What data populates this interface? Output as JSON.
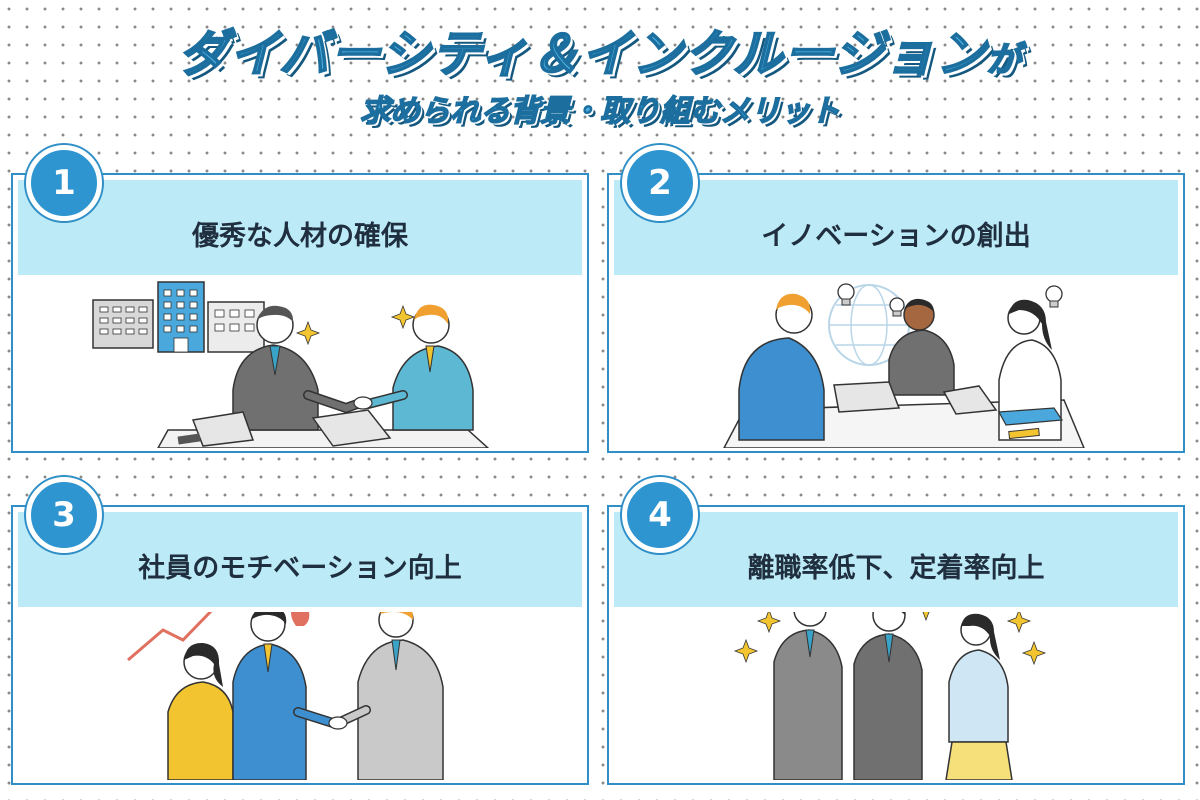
{
  "title": {
    "main": "ダイバーシティ＆インクルージョン",
    "suffix": "が",
    "sub": "求められる背景・取り組むメリット"
  },
  "cards": [
    {
      "number": "1",
      "title": "優秀な人材の確保"
    },
    {
      "number": "2",
      "title": "イノベーションの創出"
    },
    {
      "number": "3",
      "title": "社員のモチベーション向上"
    },
    {
      "number": "4",
      "title": "離職率低下、定着率向上"
    }
  ],
  "colors": {
    "accent": "#2f95d0",
    "header_bg": "#bdeaf7",
    "border": "#2f8fc6",
    "title_fill": "#4aaee0"
  }
}
